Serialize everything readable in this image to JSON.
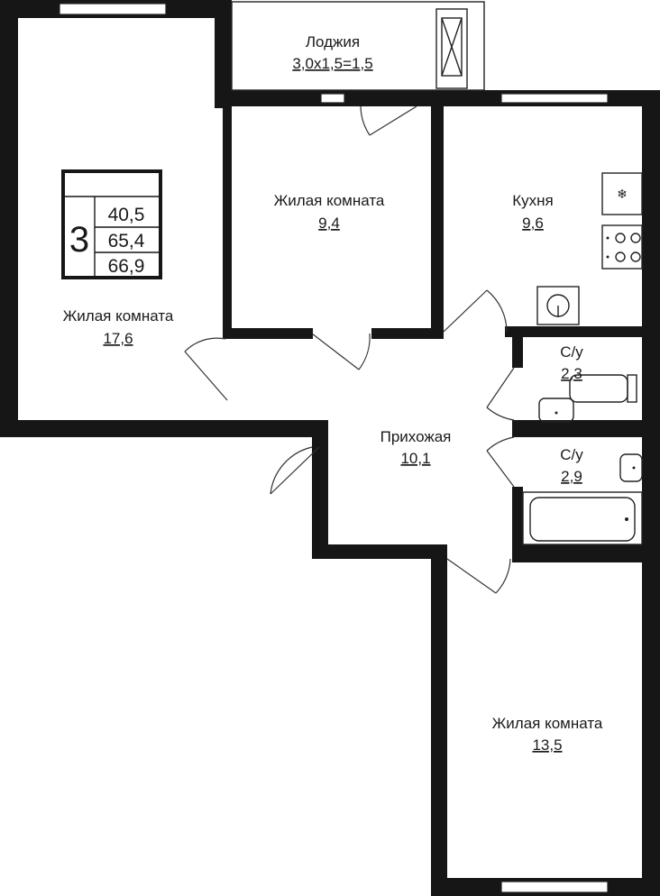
{
  "apartment": {
    "rooms_count": "3",
    "areas": {
      "living": "40,5",
      "total": "65,4",
      "total_with_loggia": "66,9"
    }
  },
  "rooms": [
    {
      "id": "loggia",
      "label": "Лоджия",
      "area": "3,0х1,5=1,5"
    },
    {
      "id": "living-1",
      "label": "Жилая комната",
      "area": "17,6"
    },
    {
      "id": "living-2",
      "label": "Жилая комната",
      "area": "9,4"
    },
    {
      "id": "kitchen",
      "label": "Кухня",
      "area": "9,6"
    },
    {
      "id": "bath-1",
      "label": "С/у",
      "area": "2,3"
    },
    {
      "id": "bath-2",
      "label": "С/у",
      "area": "2,9"
    },
    {
      "id": "hall",
      "label": "Прихожая",
      "area": "10,1"
    },
    {
      "id": "living-3",
      "label": "Жилая комната",
      "area": "13,5"
    }
  ],
  "fixtures": {
    "fridge_icon": "snowflake-icon",
    "stove_icon": "stove-icon",
    "sink_icon": "sink-icon",
    "toilet_icon": "toilet-icon",
    "bathtub_icon": "bathtub-icon"
  },
  "colors": {
    "wall": "#161616",
    "background": "#ffffff",
    "text": "#1a1a1a"
  }
}
